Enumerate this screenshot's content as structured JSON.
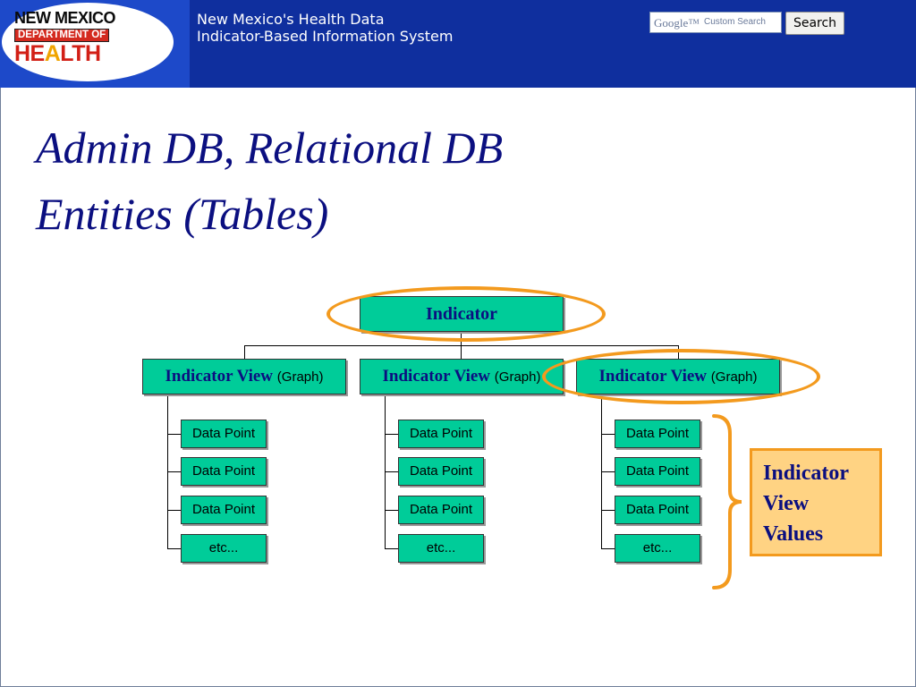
{
  "header": {
    "logo": {
      "line1": "NEW MEXICO",
      "line2": "DEPARTMENT OF",
      "line3": "HEALTH"
    },
    "system_title_line1": "New Mexico's Health Data",
    "system_title_line2": "Indicator-Based Information System",
    "search": {
      "brand": "Google™",
      "placeholder": "Custom Search",
      "button_label": "Search"
    }
  },
  "slide": {
    "title_line1": "Admin DB, Relational DB",
    "title_line2": "Entities (Tables)"
  },
  "diagram": {
    "root": "Indicator",
    "views": [
      {
        "label": "Indicator View",
        "sub": "(Graph)",
        "items": [
          "Data Point",
          "Data Point",
          "Data Point",
          "etc..."
        ]
      },
      {
        "label": "Indicator View",
        "sub": "(Graph)",
        "items": [
          "Data Point",
          "Data Point",
          "Data Point",
          "etc..."
        ]
      },
      {
        "label": "Indicator View",
        "sub": "(Graph)",
        "items": [
          "Data Point",
          "Data Point",
          "Data Point",
          "etc..."
        ]
      }
    ],
    "callout_lines": [
      "Indicator",
      "View",
      "Values"
    ]
  },
  "colors": {
    "banner": "#0f2f9e",
    "box_fill": "#00cc99",
    "highlight": "#f39a1e",
    "callout_fill": "#ffd383",
    "title_text": "#0b0f80"
  }
}
